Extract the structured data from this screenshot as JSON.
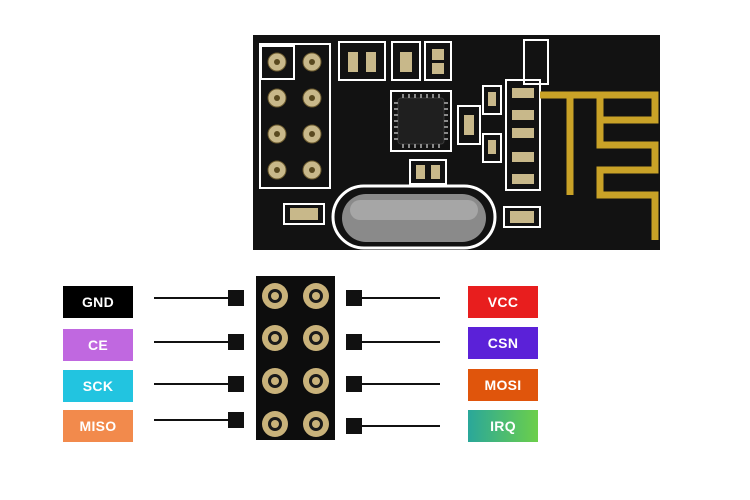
{
  "module": {
    "board_color": "#111111",
    "trace_color": "#c9a227",
    "silkscreen_color": "#ffffff",
    "pad_color": "#c8b88a",
    "crystal_color": "#8a8a8a"
  },
  "pins": {
    "left": [
      {
        "label": "GND",
        "color": "#000000"
      },
      {
        "label": "CE",
        "color": "#c068e0"
      },
      {
        "label": "SCK",
        "color": "#22c4e0"
      },
      {
        "label": "MISO",
        "color": "#f28a4c"
      }
    ],
    "right": [
      {
        "label": "VCC",
        "color": "#e81e1e"
      },
      {
        "label": "CSN",
        "color": "#5b21d8"
      },
      {
        "label": "MOSI",
        "color": "#e0550c"
      },
      {
        "label": "IRQ",
        "color": "#2aa79a"
      }
    ]
  }
}
